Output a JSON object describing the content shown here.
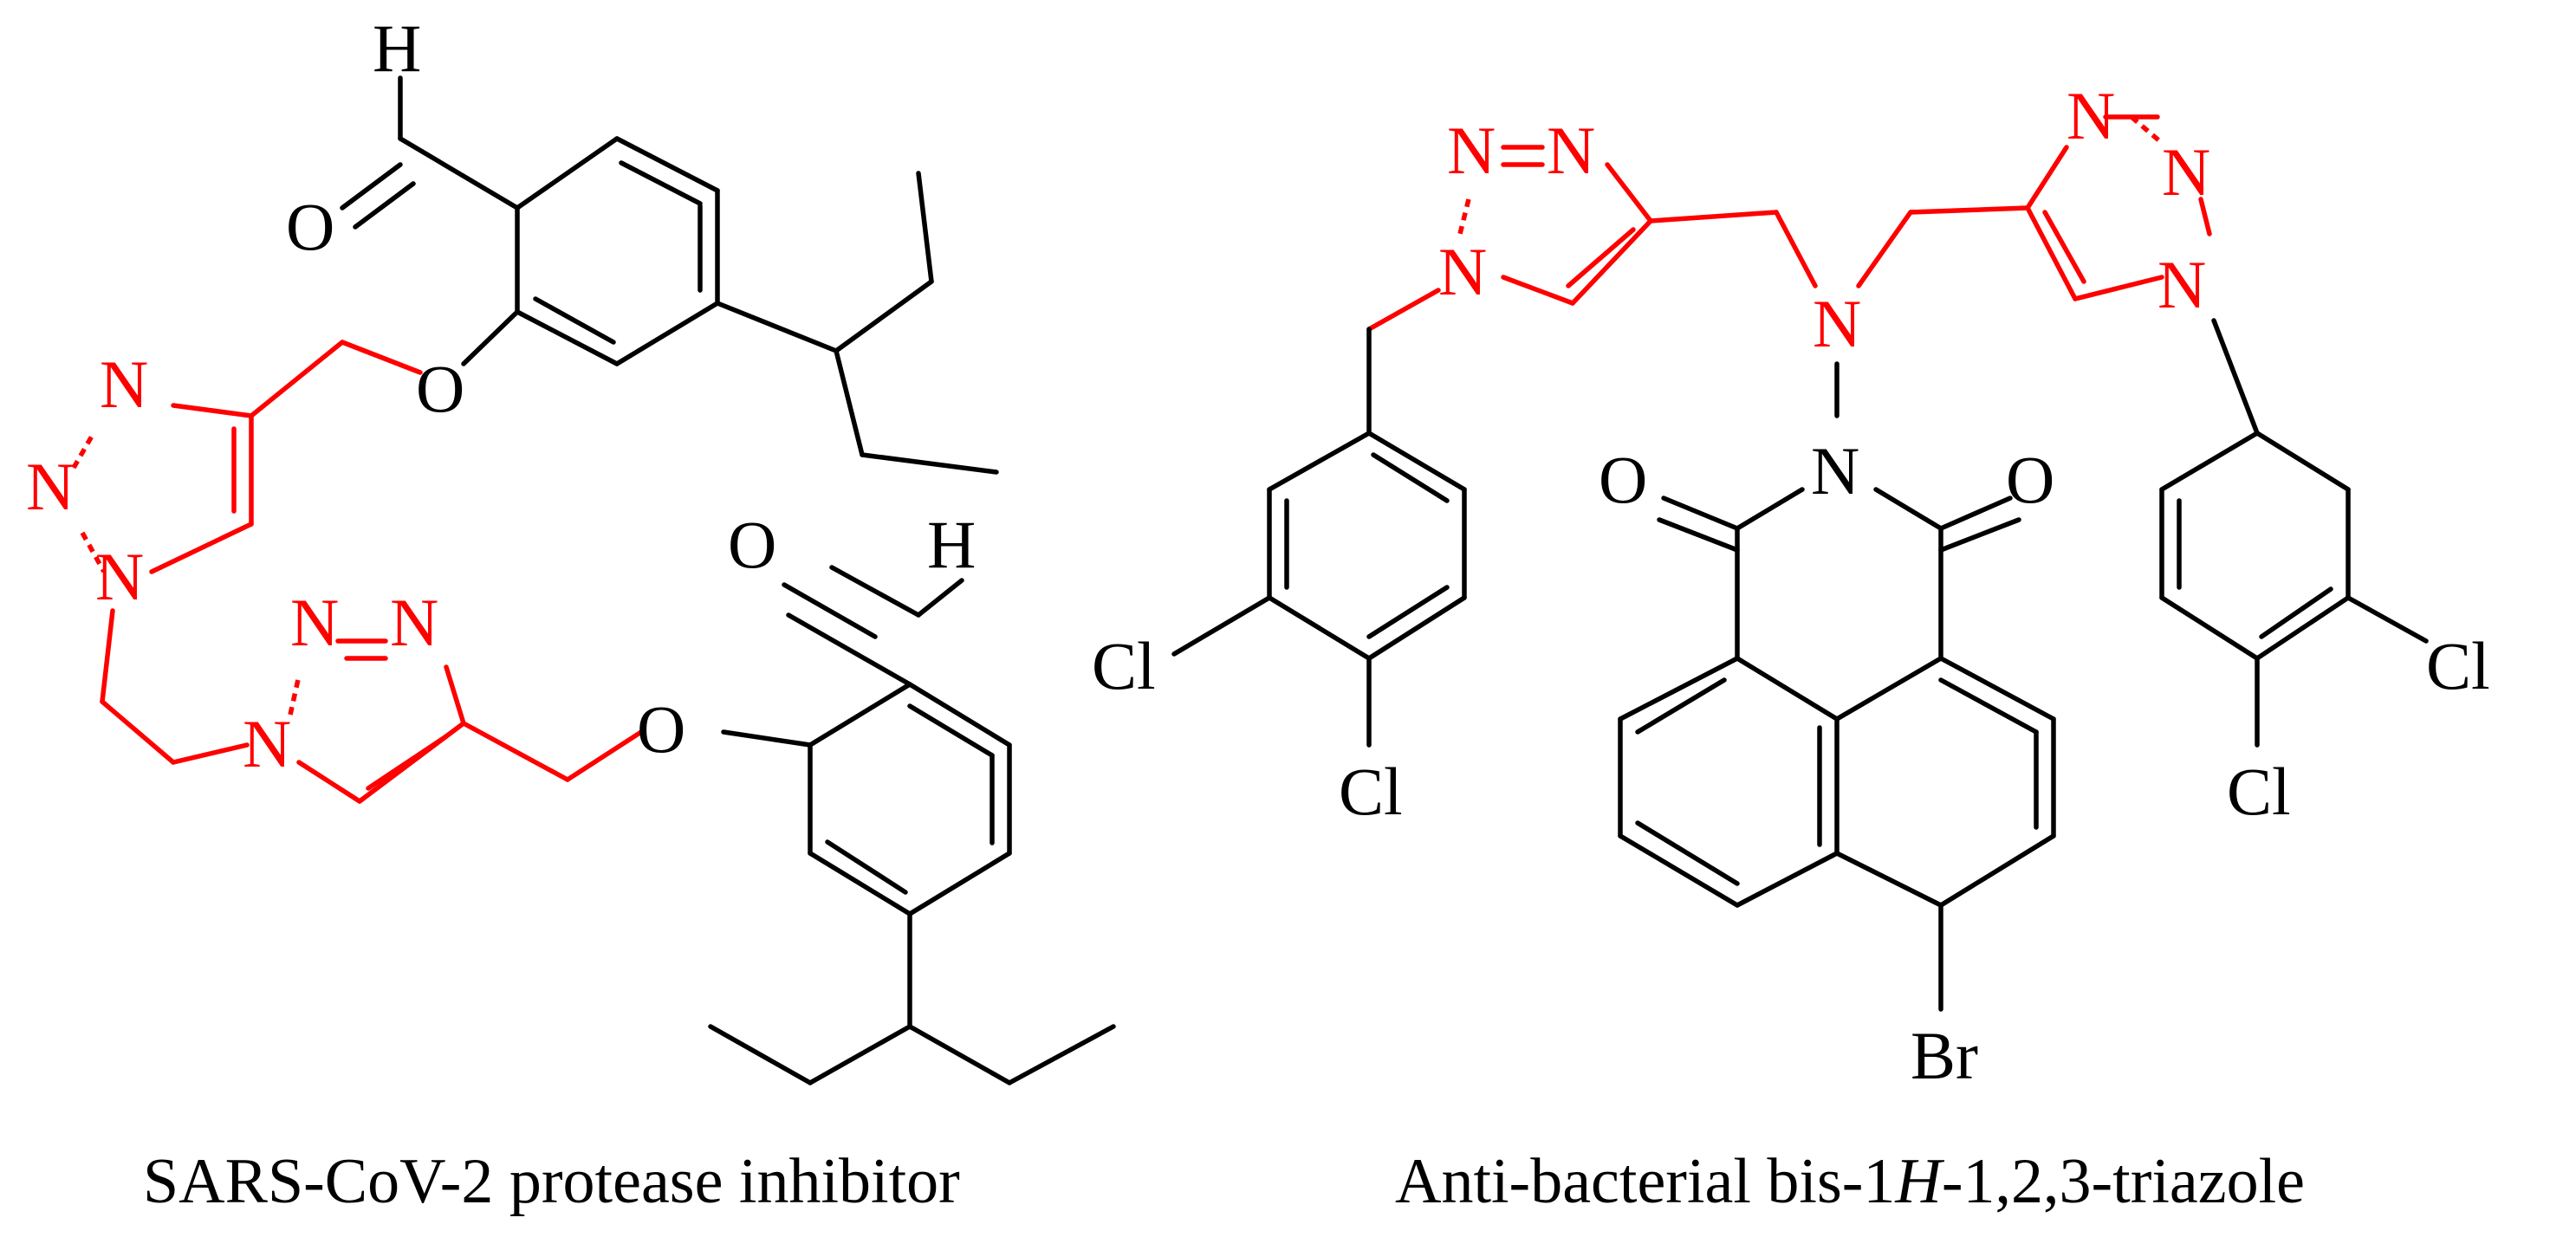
{
  "colors": {
    "ink": "#000000",
    "triazole": "#ff0000"
  },
  "left_molecule": {
    "caption": "SARS-CoV-2 protease inhibitor",
    "atoms": {
      "H1": "H",
      "O1": "O",
      "O_ether1": "O",
      "N1": "N",
      "N2": "N",
      "N3": "N",
      "N4": "N",
      "N5": "N",
      "N6": "N",
      "O_ether2": "O",
      "O2": "O",
      "H2": "H"
    }
  },
  "right_molecule": {
    "caption_parts": [
      "Anti-bacterial bis-1",
      "H",
      "-1,2,3-triazole"
    ],
    "atoms": {
      "N1": "N",
      "N2": "N",
      "N3": "N",
      "N4": "N",
      "N5": "N",
      "N6": "N",
      "N_amine": "N",
      "N_imide": "N",
      "O1": "O",
      "O2": "O",
      "Cl1": "Cl",
      "Cl2": "Cl",
      "Cl3": "Cl",
      "Cl4": "Cl",
      "Br": "Br"
    }
  }
}
